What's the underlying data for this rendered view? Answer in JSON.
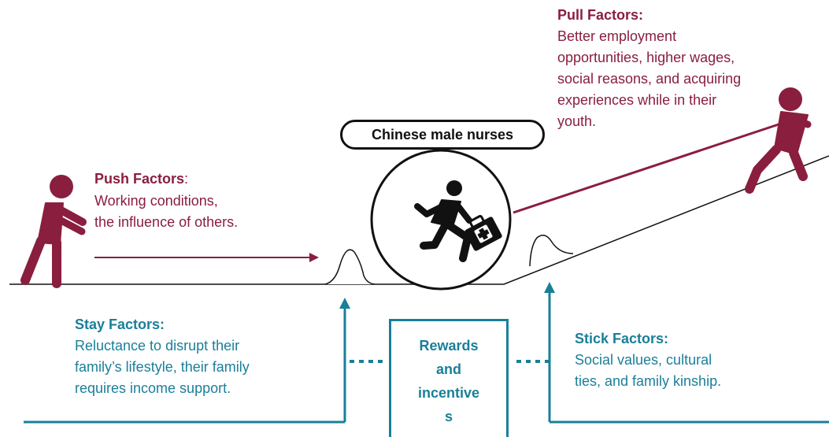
{
  "subject": {
    "label": "Chinese male nurses"
  },
  "push": {
    "heading": "Push Factors",
    "colon": ":",
    "lines": [
      "Working conditions,",
      "the influence of others."
    ]
  },
  "pull": {
    "heading": "Pull Factors:",
    "lines": [
      "Better employment",
      "opportunities, higher wages,",
      "social reasons, and acquiring",
      "experiences while in their",
      "youth."
    ]
  },
  "stay": {
    "heading": "Stay Factors:",
    "lines": [
      "Reluctance to disrupt their",
      "family’s lifestyle, their family",
      "requires income support."
    ]
  },
  "stick": {
    "heading": "Stick Factors:",
    "lines": [
      "Social values, cultural",
      "ties, and family kinship."
    ]
  },
  "rewards": {
    "lines": [
      "Rewards",
      "and",
      "incentive",
      "s"
    ]
  },
  "colors": {
    "maroon": "#8a1e3f",
    "teal": "#1a7f99",
    "ink": "#111111"
  },
  "icons": [
    "pushing-person-icon",
    "pulling-person-icon",
    "running-nurse-icon",
    "medical-kit-icon"
  ]
}
